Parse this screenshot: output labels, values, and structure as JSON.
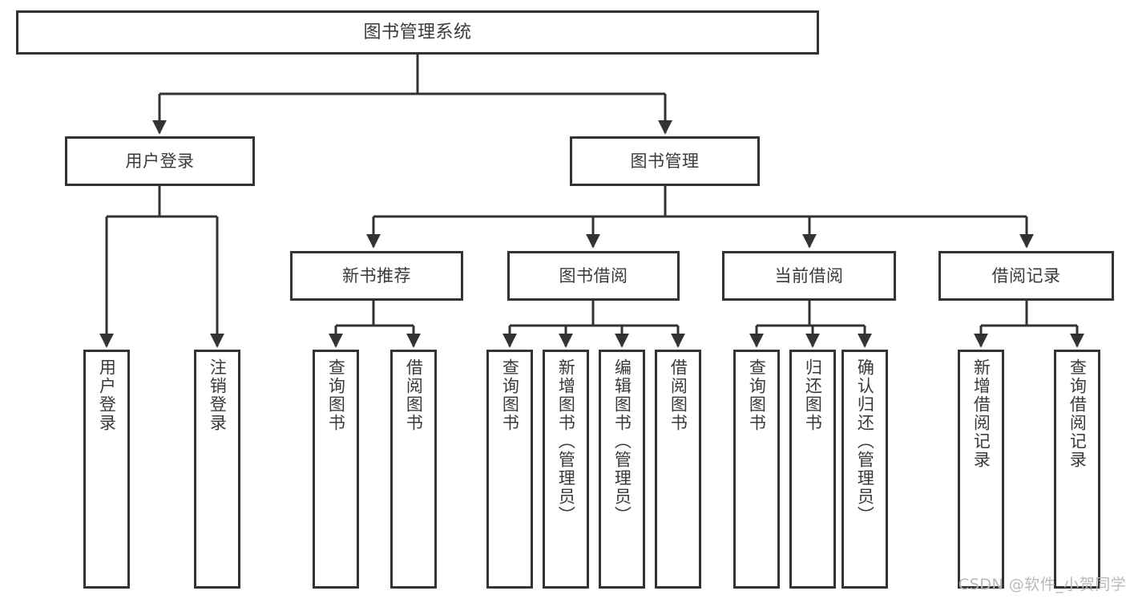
{
  "diagram": {
    "title": "图书管理系统",
    "watermark": "CSDN @软件_小贺同学",
    "colors": {
      "background": "#ffffff",
      "box_border": "#333333",
      "text": "#3a3a3a",
      "connector": "#333333",
      "watermark": "#b8b8b8"
    },
    "nodes": {
      "root": "图书管理系统",
      "level2": [
        "用户登录",
        "图书管理"
      ],
      "level3": [
        "新书推荐",
        "图书借阅",
        "当前借阅",
        "借阅记录"
      ],
      "leaves_user_login": [
        "用户登录",
        "注销登录"
      ],
      "leaves_new_book": [
        "查询图书",
        "借阅图书"
      ],
      "leaves_borrow": [
        "查询图书",
        "新增图书（管理员）",
        "编辑图书（管理员）",
        "借阅图书"
      ],
      "leaves_current": [
        "查询图书",
        "归还图书",
        "确认归还（管理员）"
      ],
      "leaves_record": [
        "新增借阅记录",
        "查询借阅记录"
      ]
    }
  }
}
